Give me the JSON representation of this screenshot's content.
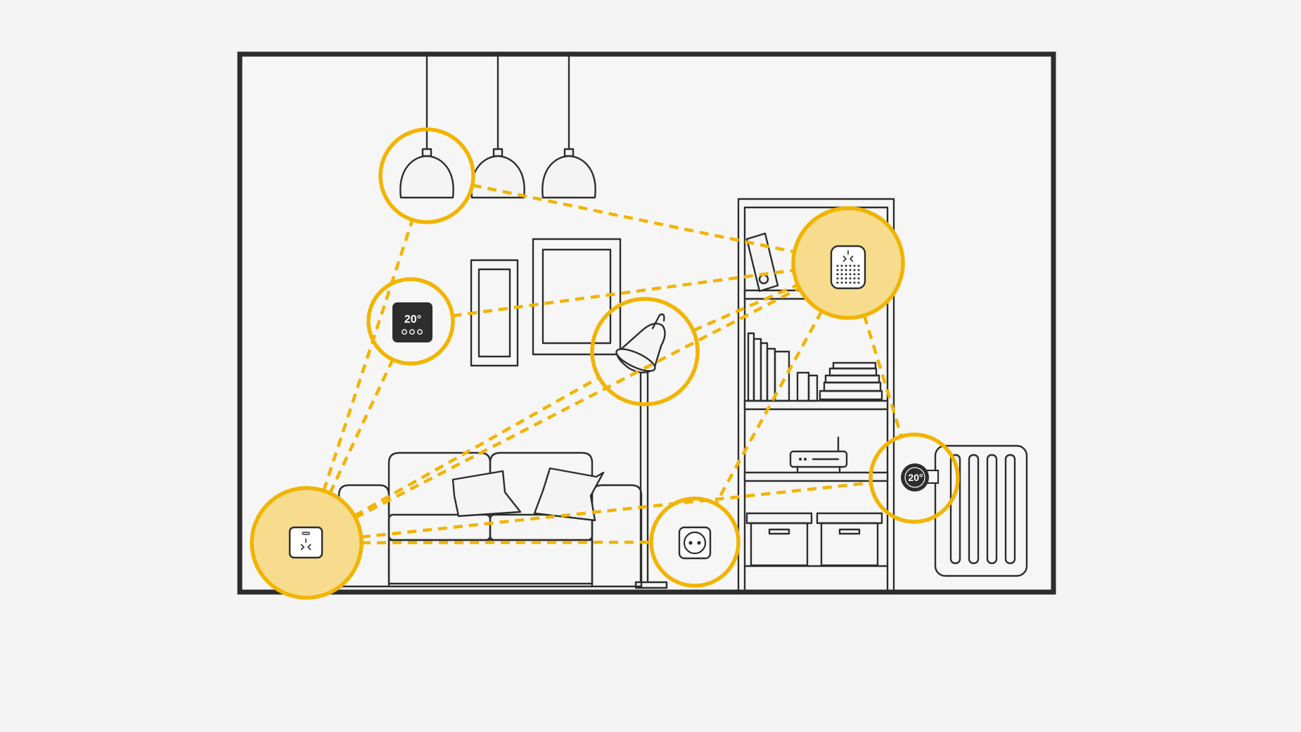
{
  "colors": {
    "background": "#f4f4f4",
    "line_art": "#2d2d2d",
    "accent": "#f2b400",
    "hub_fill": "#f6dc8c",
    "wall_fill": "#f6f6f6"
  },
  "devices": [
    {
      "id": "pendant-lamp",
      "icon": "pendant-lamp-icon",
      "kind": "bulb"
    },
    {
      "id": "wall-thermostat",
      "icon": "thermostat-icon",
      "kind": "thermostat",
      "label": "20°"
    },
    {
      "id": "floor-lamp",
      "icon": "floor-lamp-icon",
      "kind": "bulb"
    },
    {
      "id": "smart-speaker-hub",
      "icon": "speaker-hub-icon",
      "kind": "hub"
    },
    {
      "id": "wall-plug-hub",
      "icon": "plug-hub-icon",
      "kind": "hub"
    },
    {
      "id": "smart-socket",
      "icon": "socket-icon",
      "kind": "plug"
    },
    {
      "id": "radiator-thermostat",
      "icon": "radiator-knob-icon",
      "kind": "radiator-valve",
      "label": "20°"
    }
  ],
  "connections": [
    [
      "wall-plug-hub",
      "pendant-lamp"
    ],
    [
      "wall-plug-hub",
      "wall-thermostat"
    ],
    [
      "wall-plug-hub",
      "floor-lamp"
    ],
    [
      "wall-plug-hub",
      "smart-speaker-hub"
    ],
    [
      "wall-plug-hub",
      "smart-socket"
    ],
    [
      "wall-plug-hub",
      "radiator-thermostat"
    ],
    [
      "pendant-lamp",
      "smart-speaker-hub"
    ],
    [
      "wall-thermostat",
      "smart-speaker-hub"
    ],
    [
      "floor-lamp",
      "smart-speaker-hub"
    ],
    [
      "smart-speaker-hub",
      "smart-socket"
    ],
    [
      "smart-speaker-hub",
      "radiator-thermostat"
    ]
  ]
}
